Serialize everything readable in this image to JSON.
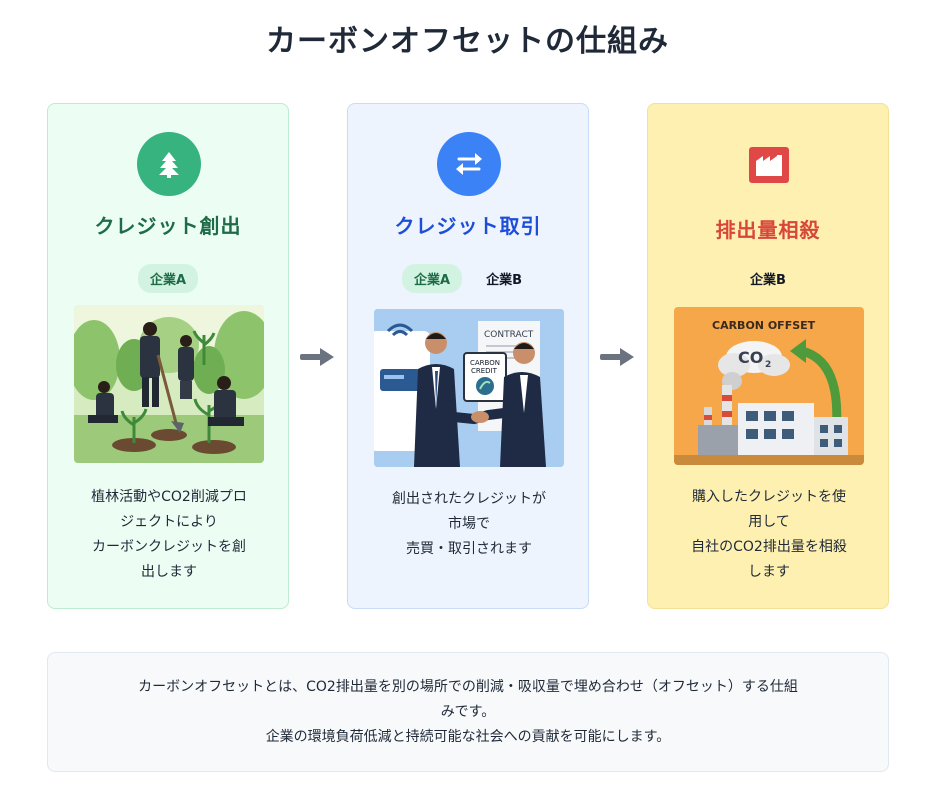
{
  "title": "カーボンオフセットの仕組み",
  "steps": [
    {
      "icon": "tree-icon",
      "title": "クレジット創出",
      "chips": [
        "企業A"
      ],
      "description_lines": [
        "植林活動やCO2削減プロ",
        "ジェクトにより",
        "カーボンクレジットを創",
        "出します"
      ],
      "color": "#1e6b47"
    },
    {
      "icon": "exchange-icon",
      "title": "クレジット取引",
      "chips": [
        "企業A",
        "企業B"
      ],
      "illustration_text": {
        "contract": "CONTRACT",
        "credit_1": "CARBON",
        "credit_2": "CREDIT"
      },
      "description_lines": [
        "創出されたクレジットが",
        "市場で",
        "売買・取引されます"
      ],
      "color": "#1d4ed8"
    },
    {
      "icon": "factory-icon",
      "title": "排出量相殺",
      "chips": [
        "企業B"
      ],
      "illustration_text": {
        "heading": "CARBON OFFSET",
        "co2": "CO",
        "co2_sub": "2"
      },
      "description_lines": [
        "購入したクレジットを使",
        "用して",
        "自社のCO2排出量を相殺",
        "します"
      ],
      "color": "#d8453b"
    }
  ],
  "summary": {
    "line1": "カーボンオフセットとは、CO2排出量を別の場所での削減・吸収量で埋め合わせ（オフセット）する仕組",
    "line2": "みです。",
    "line3": "企業の環境負荷低減と持続可能な社会への貢献を可能にします。"
  }
}
